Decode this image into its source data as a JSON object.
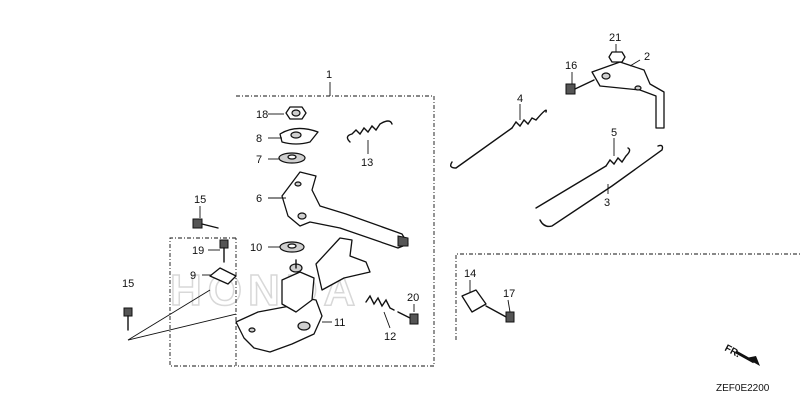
{
  "watermark": "HONDA",
  "diagram_code": "ZEF0E2200",
  "direction_label": "FR.",
  "callouts": [
    "1",
    "2",
    "3",
    "4",
    "5",
    "6",
    "7",
    "8",
    "9",
    "10",
    "11",
    "12",
    "13",
    "14",
    "15",
    "15",
    "16",
    "17",
    "18",
    "19",
    "20",
    "21"
  ]
}
